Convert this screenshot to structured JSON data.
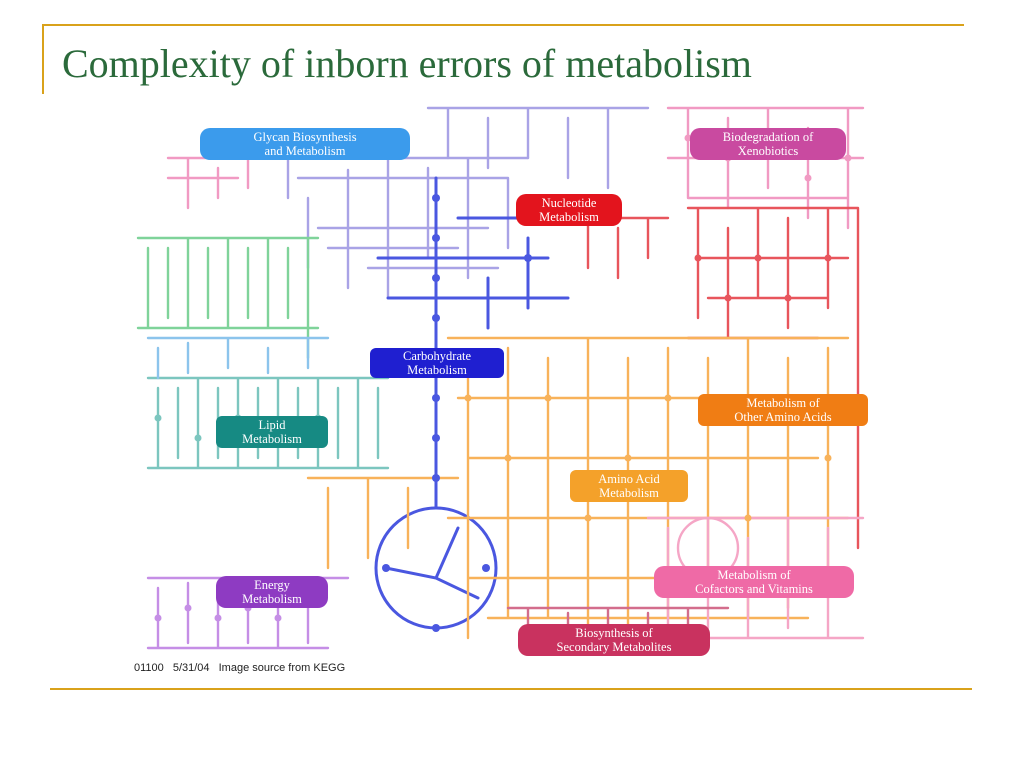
{
  "slide": {
    "title": "Complexity of inborn errors of metabolism"
  },
  "map": {
    "labels": [
      {
        "id": "glycan",
        "text": "Glycan Biosynthesis\nand Metabolism",
        "color": "#3b9bec"
      },
      {
        "id": "xenobiotics",
        "text": "Biodegradation of\nXenobiotics",
        "color": "#c94aa0"
      },
      {
        "id": "nucleotide",
        "text": "Nucleotide\nMetabolism",
        "color": "#e3141d"
      },
      {
        "id": "carbohydrate",
        "text": "Carbohydrate\nMetabolism",
        "color": "#1f1fd0"
      },
      {
        "id": "lipid",
        "text": "Lipid\nMetabolism",
        "color": "#168a83"
      },
      {
        "id": "other-amino",
        "text": "Metabolism of\nOther Amino Acids",
        "color": "#f07d14"
      },
      {
        "id": "amino",
        "text": "Amino Acid\nMetabolism",
        "color": "#f4a12a"
      },
      {
        "id": "cofactors",
        "text": "Metabolism of\nCofactors and Vitamins",
        "color": "#ef6aa6"
      },
      {
        "id": "energy",
        "text": "Energy\nMetabolism",
        "color": "#8e3bc2"
      },
      {
        "id": "secondary",
        "text": "Biosynthesis of\nSecondary Metabolites",
        "color": "#c9325f"
      }
    ]
  },
  "caption": {
    "map_id": "01100",
    "date": "5/31/04",
    "source": "Image source from KEGG"
  }
}
